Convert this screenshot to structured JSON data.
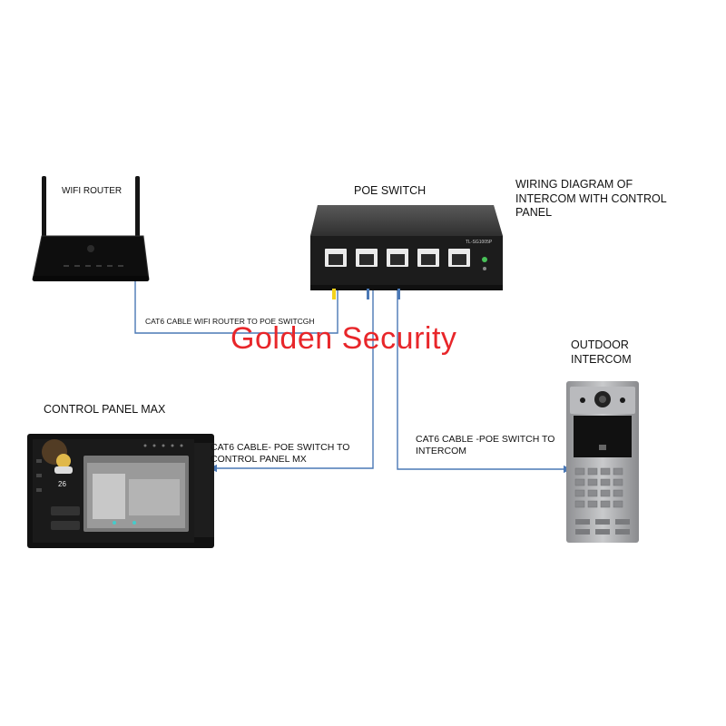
{
  "labels": {
    "wifi_router": "WIFI ROUTER",
    "poe_switch": "POE SWITCH",
    "diagram_title": "WIRING DIAGRAM OF\nINTERCOM WITH CONTROL\nPANEL",
    "outdoor_intercom": "OUTDOOR\nINTERCOM",
    "control_panel": "CONTROL PANEL MAX",
    "cable_router_switch": "CAT6 CABLE WIFI  ROUTER TO POE SWITCGH",
    "cable_switch_panel": "CAT6 CABLE- POE SWITCH TO\nCONTROL PANEL MX",
    "cable_switch_intercom": "CAT6 CABLE -POE SWITCH TO\nINTERCOM"
  },
  "watermark": "Golden Security",
  "device_text": {
    "switch_model": "TL-SG1005P",
    "panel_temp": "26"
  },
  "colors": {
    "wire": "#4a78b5",
    "watermark": "#e8262a",
    "yellow_cable": "#f2d21b"
  }
}
